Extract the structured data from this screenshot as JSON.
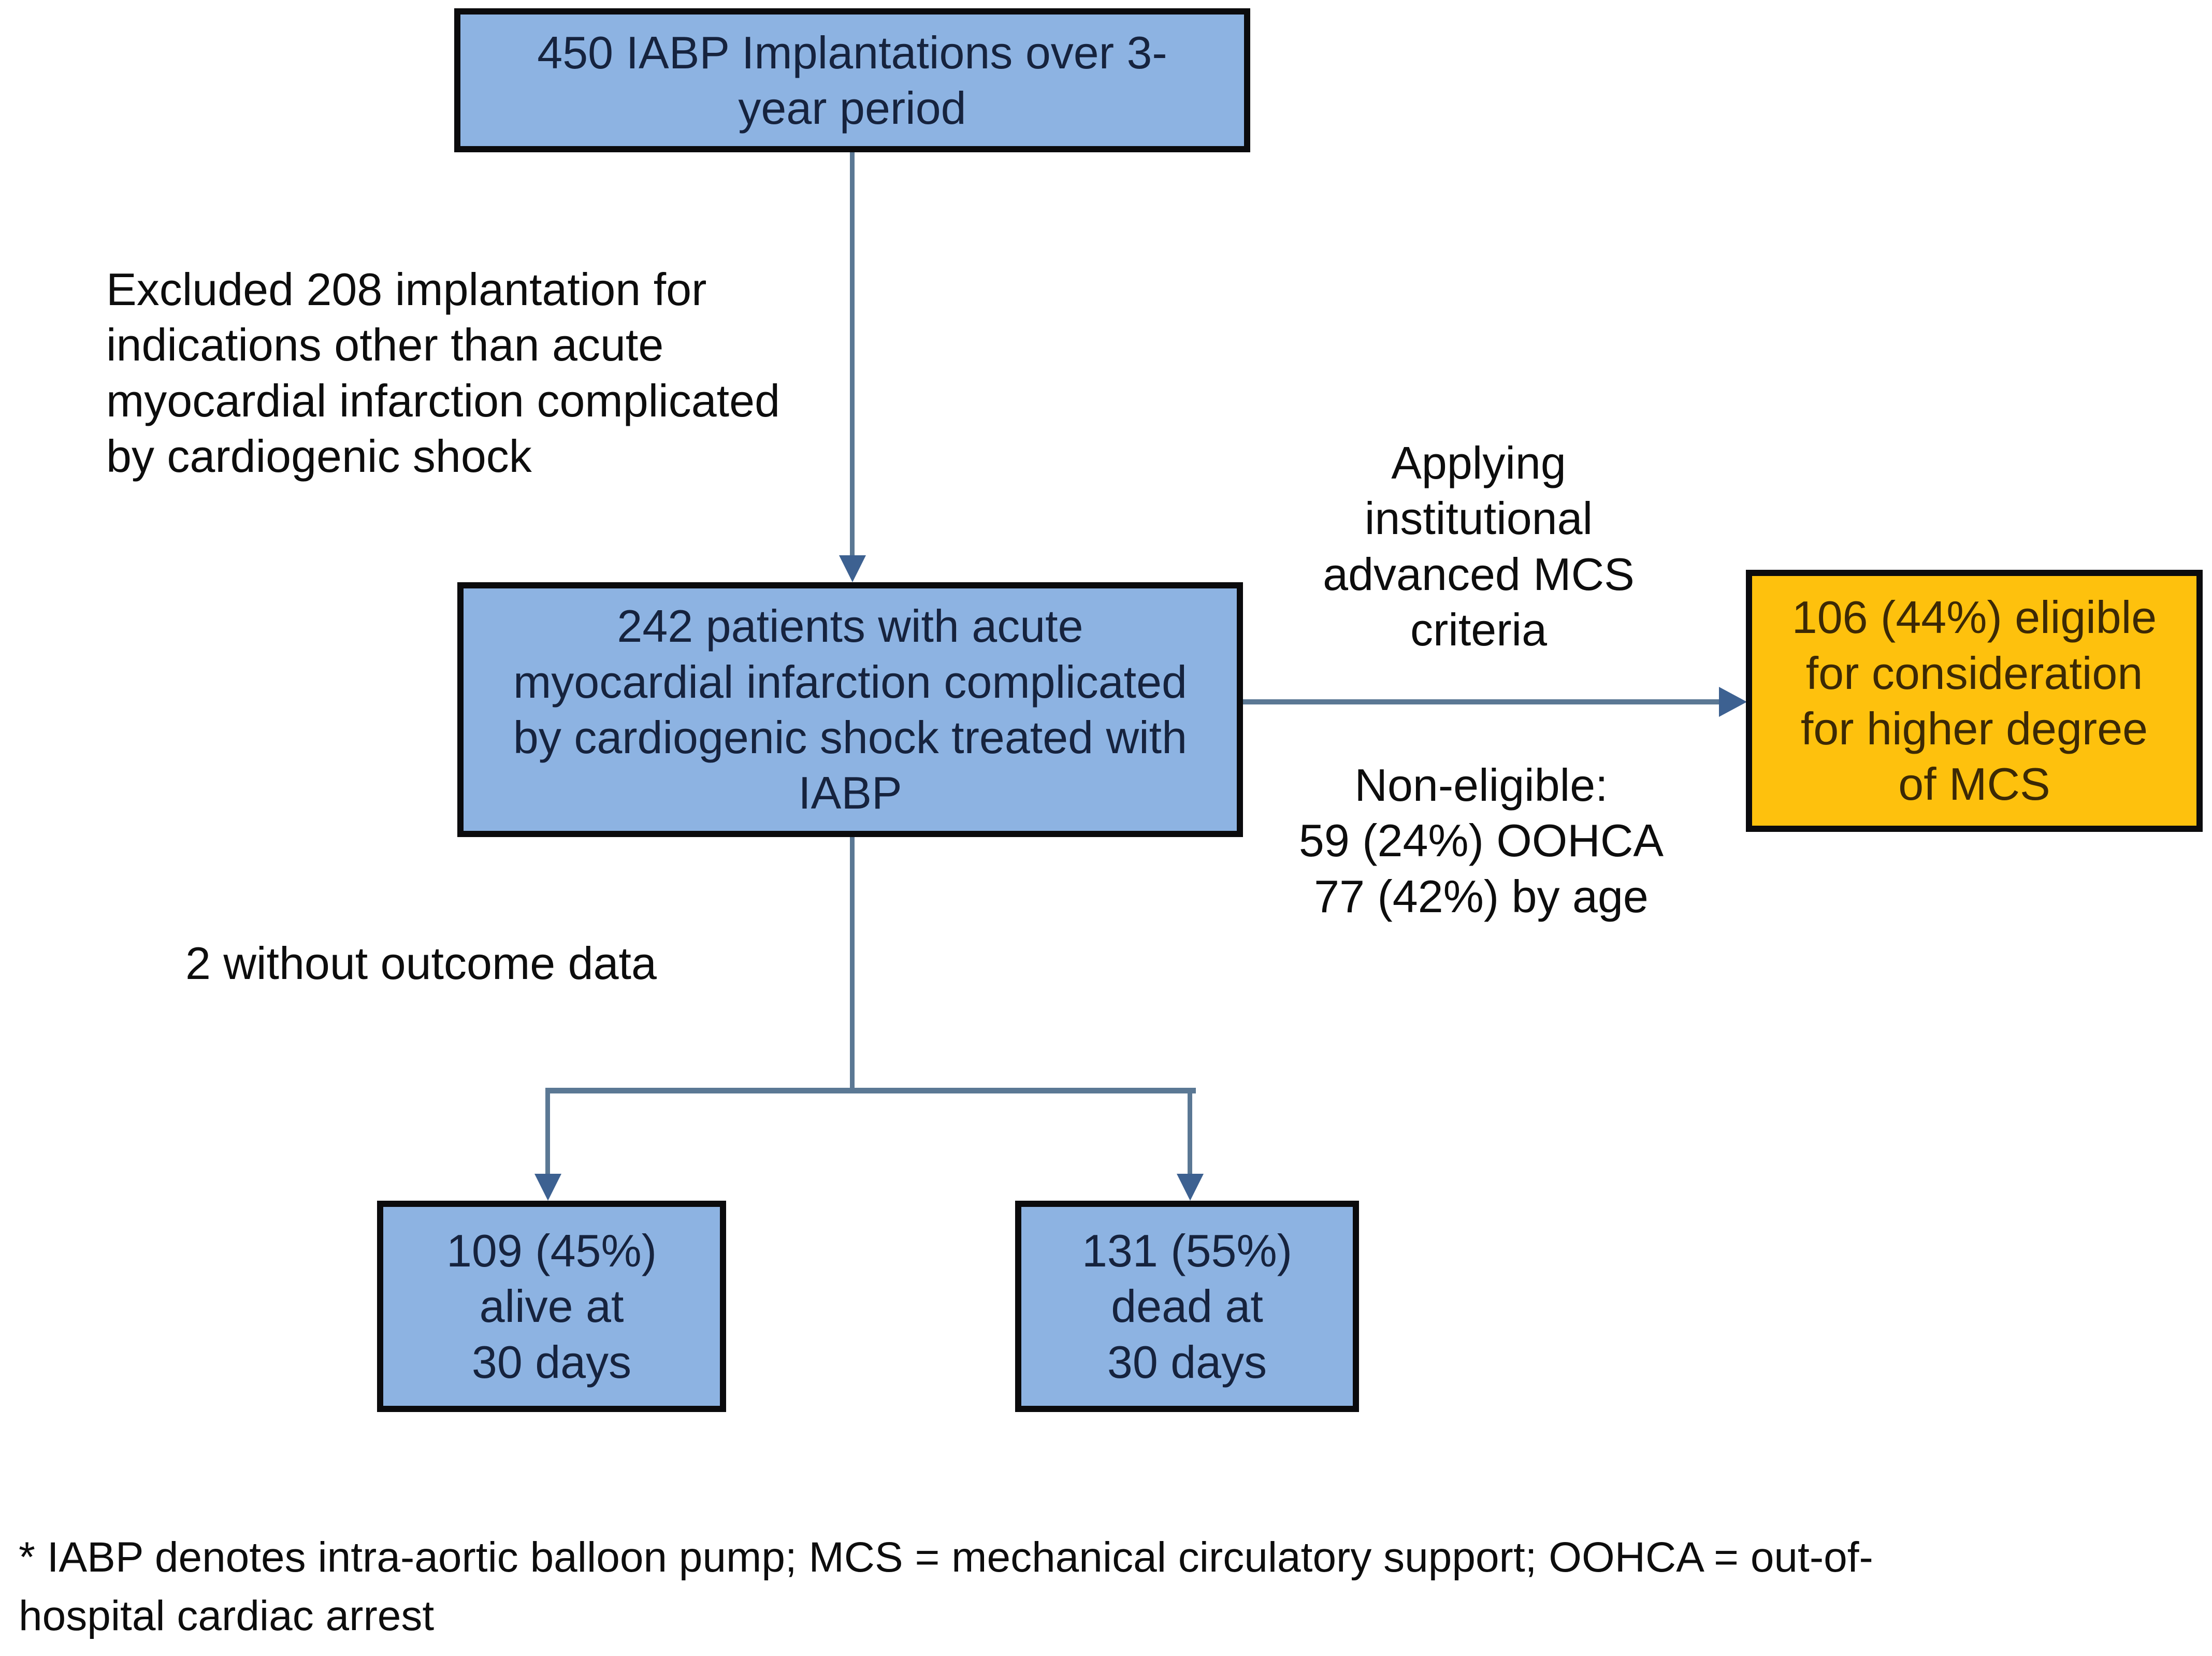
{
  "colors": {
    "box_blue": "#8db3e2",
    "box_orange": "#fec10d",
    "box_border": "#0b0b0d",
    "box_text": "#16233e",
    "orange_text": "#3c2905",
    "text": "#0d0d0d",
    "arrow_line": "#5b7894",
    "arrow_head": "#3d6191"
  },
  "nodes": {
    "total": {
      "text": "450 IABP Implantations over 3-\nyear period"
    },
    "cohort": {
      "text": "242 patients with acute\nmyocardial infarction complicated\nby cardiogenic shock treated with\nIABP"
    },
    "eligible": {
      "text": "106 (44%) eligible\nfor consideration\nfor higher degree\nof MCS"
    },
    "alive": {
      "text": "109 (45%)\nalive at\n30 days"
    },
    "dead": {
      "text": "131 (55%)\ndead at\n30 days"
    }
  },
  "annotations": {
    "excluded": {
      "text": "Excluded 208 implantation for\nindications other than acute\nmyocardial infarction complicated\nby cardiogenic shock"
    },
    "applying": {
      "text": "Applying\ninstitutional\nadvanced MCS\ncriteria"
    },
    "non_eligible": {
      "text": "Non-eligible:\n59 (24%) OOHCA\n77 (42%) by age"
    },
    "no_outcome": {
      "text": "2 without outcome data"
    },
    "footnote": {
      "text": "* IABP denotes intra-aortic balloon pump; MCS = mechanical circulatory support; OOHCA = out-of-\nhospital cardiac arrest"
    }
  }
}
